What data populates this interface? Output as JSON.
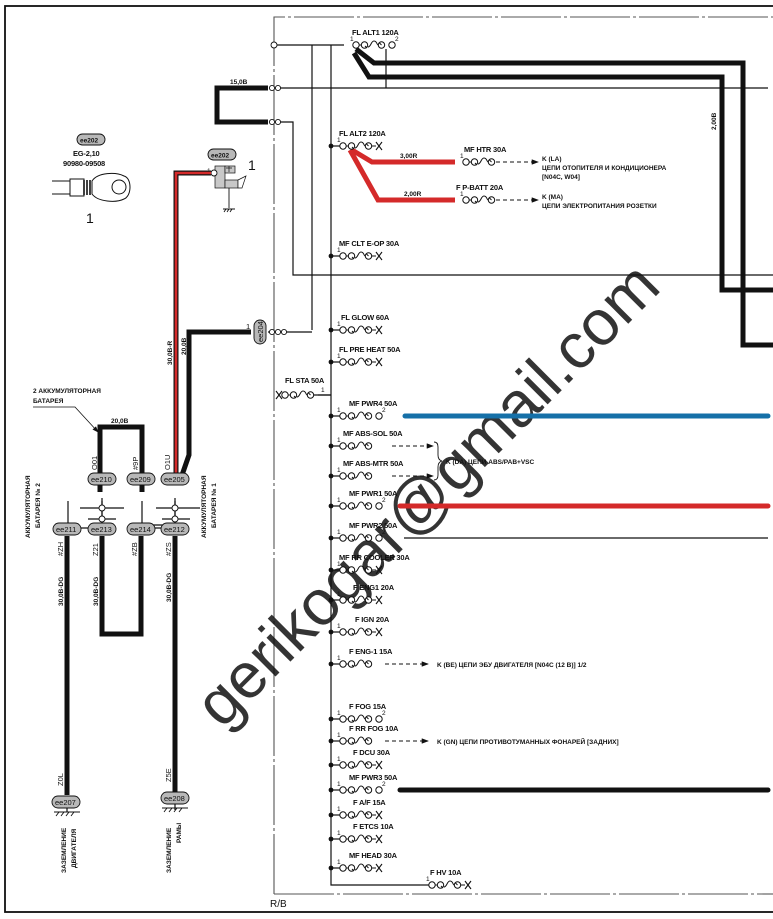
{
  "colors": {
    "wire_black": "#111111",
    "wire_red": "#d42a2a",
    "wire_blue": "#1570a8",
    "connector_fill": "#b8b8b8",
    "watermark": "#9a9a9a"
  },
  "frame": {
    "bottom_label": "R/B"
  },
  "watermark": {
    "text": "gerikogar@gmail.com"
  },
  "part_ref": {
    "connector": "ee202",
    "spec_line1": "EG-2,10",
    "spec_line2": "90980-09508",
    "index": "1"
  },
  "ground_terminal": {
    "connector": "ee202",
    "index": "1",
    "pin": "1"
  },
  "wires": {
    "w15": "15,0B",
    "w30r": "30,0B-R",
    "w20b": "20,0B",
    "w20b_bridge": "20,0B",
    "w3r": "3,00R",
    "w2r": "2,00R",
    "w2b": "2,00B",
    "w30dg_a": "30,0B-DG",
    "w30dg_b": "30,0B-DG",
    "w30dg_c": "30,0B-DG"
  },
  "batteries": {
    "battery2_callout_line1": "2 АККУМУЛЯТОРНАЯ",
    "battery2_callout_line2": "БАТАРЕЯ",
    "battery2_vertical_line1": "АККУМУЛЯТОРНАЯ",
    "battery2_vertical_line2": "БАТАРЕЯ № 2",
    "battery1_vertical_line1": "АККУМУЛЯТОРНАЯ",
    "battery1_vertical_line2": "БАТАРЕЯ № 1"
  },
  "connectors": {
    "c210": {
      "id": "ee210",
      "pin": "O01"
    },
    "c209": {
      "id": "ee209",
      "pin": "#9P"
    },
    "c205": {
      "id": "ee205",
      "pin": "O1U"
    },
    "c211": {
      "id": "ee211",
      "pin": "#ZH"
    },
    "c213": {
      "id": "ee213",
      "pin": "Z21"
    },
    "c214": {
      "id": "ee214",
      "pin": "#ZB"
    },
    "c212": {
      "id": "ee212",
      "pin": "#ZS"
    },
    "c207": {
      "id": "ee207",
      "pin": "Z0L"
    },
    "c208": {
      "id": "ee208",
      "pin": "Z5E"
    },
    "c204": {
      "id": "ee204",
      "pin": "1"
    }
  },
  "grounds": {
    "engine_line1": "ЗАЗЕМЛЕНИЕ",
    "engine_line2": "ДВИГАТЕЛЯ",
    "frame_line1": "ЗАЗЕМЛЕНИЕ",
    "frame_line2": "РАМЫ"
  },
  "fuses": [
    {
      "key": "alt1",
      "label": "FL ALT1 120A",
      "pin_in": "1",
      "pin_out": "2"
    },
    {
      "key": "alt2",
      "label": "FL ALT2 120A",
      "pin_in": "1",
      "pin_out": ""
    },
    {
      "key": "htr",
      "label": "MF HTR 30A",
      "pin_in": "1",
      "pin_out": ""
    },
    {
      "key": "pbatt",
      "label": "F P-BATT 20A",
      "pin_in": "1",
      "pin_out": ""
    },
    {
      "key": "clt",
      "label": "MF CLT E-OP 30A",
      "pin_in": "1",
      "pin_out": ""
    },
    {
      "key": "glow",
      "label": "FL GLOW 60A",
      "pin_in": "1",
      "pin_out": ""
    },
    {
      "key": "preheat",
      "label": "FL PRE HEAT 50A",
      "pin_in": "1",
      "pin_out": ""
    },
    {
      "key": "sta",
      "label": "FL STA 50A",
      "pin_in": "1",
      "pin_out": ""
    },
    {
      "key": "pwr4",
      "label": "MF PWR4 50A",
      "pin_in": "1",
      "pin_out": "2"
    },
    {
      "key": "abssol",
      "label": "MF ABS-SOL 50A",
      "pin_in": "1",
      "pin_out": ""
    },
    {
      "key": "absmtr",
      "label": "MF ABS-MTR 50A",
      "pin_in": "1",
      "pin_out": ""
    },
    {
      "key": "pwr1",
      "label": "MF PWR1 50A",
      "pin_in": "1",
      "pin_out": "2"
    },
    {
      "key": "pwr2",
      "label": "MF PWR2 50A",
      "pin_in": "1",
      "pin_out": "2"
    },
    {
      "key": "rrcooler",
      "label": "MF RR COOLER 30A",
      "pin_in": "1",
      "pin_out": ""
    },
    {
      "key": "eng1",
      "label": "F ENG1 20A",
      "pin_in": "1",
      "pin_out": ""
    },
    {
      "key": "ign",
      "label": "F IGN 20A",
      "pin_in": "1",
      "pin_out": ""
    },
    {
      "key": "engm1",
      "label": "F ENG-1 15A",
      "pin_in": "1",
      "pin_out": ""
    },
    {
      "key": "fog",
      "label": "F FOG 15A",
      "pin_in": "1",
      "pin_out": "2"
    },
    {
      "key": "rrfog",
      "label": "F RR FOG 10A",
      "pin_in": "1",
      "pin_out": ""
    },
    {
      "key": "dcu",
      "label": "F DCU 30A",
      "pin_in": "1",
      "pin_out": ""
    },
    {
      "key": "pwr3",
      "label": "MF PWR3 50A",
      "pin_in": "1",
      "pin_out": "2"
    },
    {
      "key": "af",
      "label": "F A/F 15A",
      "pin_in": "1",
      "pin_out": ""
    },
    {
      "key": "etcs",
      "label": "F ETCS 10A",
      "pin_in": "1",
      "pin_out": ""
    },
    {
      "key": "head",
      "label": "MF HEAD 30A",
      "pin_in": "1",
      "pin_out": ""
    },
    {
      "key": "hv",
      "label": "F HV 10A",
      "pin_in": "1",
      "pin_out": ""
    }
  ],
  "destinations": {
    "la_line1": "K (LA)",
    "la_line2": "ЦЕПИ ОТОПИТЕЛЯ И КОНДИЦИОНЕРА",
    "la_line3": "[N04C, W04]",
    "ma_line1": "K (MA)",
    "ma_line2": "ЦЕПИ ЭЛЕКТРОПИТАНИЯ РОЗЕТКИ",
    "da": "K (DA) ЦЕПИ ABS/PAB+VSC",
    "be": "K (BE) ЦЕПИ ЭБУ ДВИГАТЕЛЯ [N04C (12 B)] 1/2",
    "gn": "K (GN) ЦЕПИ ПРОТИВОТУМАННЫХ ФОНАРЕЙ [ЗАДНИХ]"
  }
}
